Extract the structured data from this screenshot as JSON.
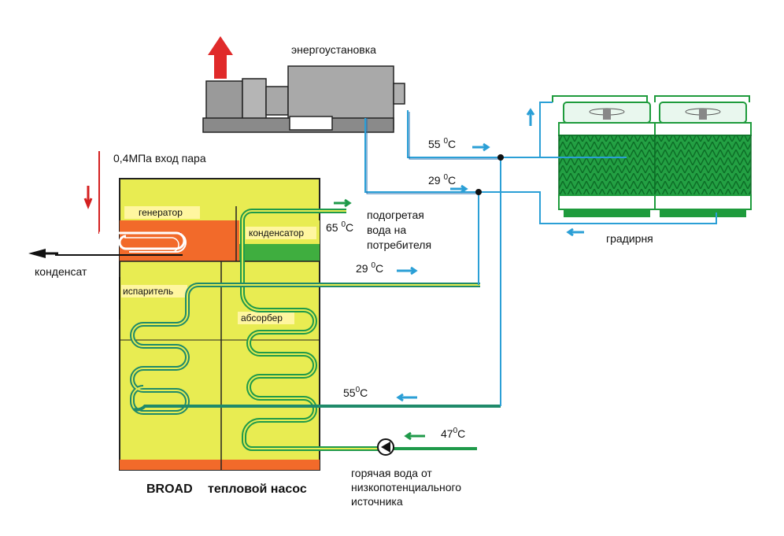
{
  "labels": {
    "power_unit": "энергоустановка",
    "steam_input": "0,4МПа вход пара",
    "generator": "генератор",
    "condenser": "конденсатор",
    "evaporator": "испаритель",
    "absorber": "абсорбер",
    "condensate": "конденсат",
    "heated_water_1": "подогретая",
    "heated_water_2": "вода на",
    "heated_water_3": "потребителя",
    "cooling_tower": "градирня",
    "brand": "BROAD",
    "heat_pump": "тепловой насос",
    "hot_water_1": "горячая вода от",
    "hot_water_2": "низкопотенциального",
    "hot_water_3": "источника"
  },
  "temperatures": {
    "t55_top": {
      "value": "55",
      "unit": "C"
    },
    "t29_top": {
      "value": "29",
      "unit": "C"
    },
    "t65": {
      "value": "65",
      "unit": "C"
    },
    "t29_mid": {
      "value": "29",
      "unit": "C"
    },
    "t55_bottom": {
      "value": "55",
      "unit": "C"
    },
    "t47": {
      "value": "47",
      "unit": "C"
    },
    "degree_mark": "0"
  },
  "colors": {
    "blue_pipe": "#2b9fd6",
    "green_pipe": "#1f9a4a",
    "red_steam": "#d42020",
    "generator": "#f26a2a",
    "unit_body": "#e8ec52",
    "tower_fill": "#1e9b3c"
  }
}
